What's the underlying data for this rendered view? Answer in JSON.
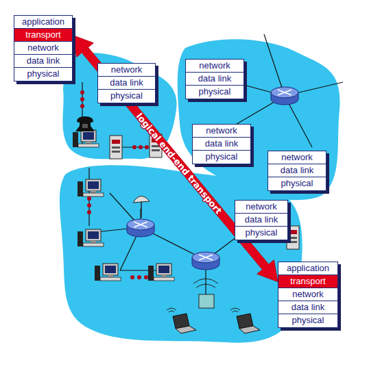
{
  "diagram": {
    "nodes": [
      {
        "text": [
          "application",
          "transport",
          "network",
          "data link",
          "physical"
        ]
      },
      {
        "text": [
          "network",
          "data link",
          "physical"
        ]
      },
      {
        "text": [
          "network",
          "data link",
          "physical"
        ]
      },
      {
        "text": [
          "network",
          "data link",
          "physical"
        ]
      },
      {
        "text": [
          "network",
          "data link",
          "physical"
        ]
      },
      {
        "text": [
          "network",
          "data link",
          "physical"
        ]
      },
      {
        "text": [
          "application",
          "transport",
          "network",
          "data link",
          "physical"
        ]
      }
    ],
    "edges": [
      {
        "from": 0,
        "to": 6,
        "label": "logical end-end transport",
        "arrow": "both"
      }
    ]
  }
}
